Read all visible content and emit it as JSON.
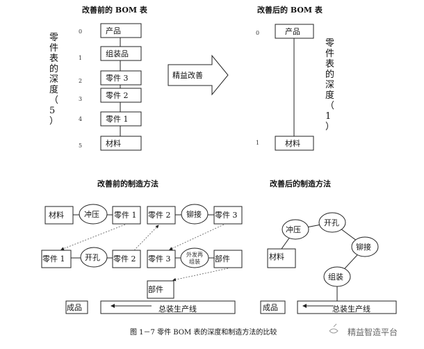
{
  "before_bom": {
    "title": "改善前的 BOM 表",
    "depth_label": [
      "零",
      "件",
      "表",
      "的",
      "深",
      "度",
      "（",
      "5",
      "）"
    ],
    "levels": [
      "0",
      "1",
      "2",
      "3",
      "4",
      "5"
    ],
    "items": [
      "产品",
      "组装品",
      "零件 3",
      "零件 2",
      "零件 1",
      "材料"
    ]
  },
  "transition": {
    "label": "精益改善"
  },
  "after_bom": {
    "title": "改善后的 BOM 表",
    "depth_label": [
      "零",
      "件",
      "表",
      "的",
      "深",
      "度",
      "（",
      "1",
      "）"
    ],
    "levels": [
      "0",
      "1"
    ],
    "items": [
      "产品",
      "材料"
    ]
  },
  "before_method": {
    "title": "改善前的制造方法",
    "row1": [
      "材料",
      "冲压",
      "零件 1",
      "零件 2",
      "铆接",
      "零件 3"
    ],
    "row2": [
      "零件 1",
      "开孔",
      "零件 2",
      "零件 3",
      "外发再",
      "组装",
      "部件"
    ],
    "sub_assembly": "部件",
    "finished": "成品",
    "line": "总装生产线"
  },
  "after_method": {
    "title": "改善后的制造方法",
    "material": "材料",
    "steps": [
      "冲压",
      "开孔",
      "铆接",
      "组装"
    ],
    "finished": "成品",
    "line": "总装生产线"
  },
  "caption": "图 1－7  零件 BOM 表的深度和制造方法的比较",
  "watermark": "精益智造平台"
}
